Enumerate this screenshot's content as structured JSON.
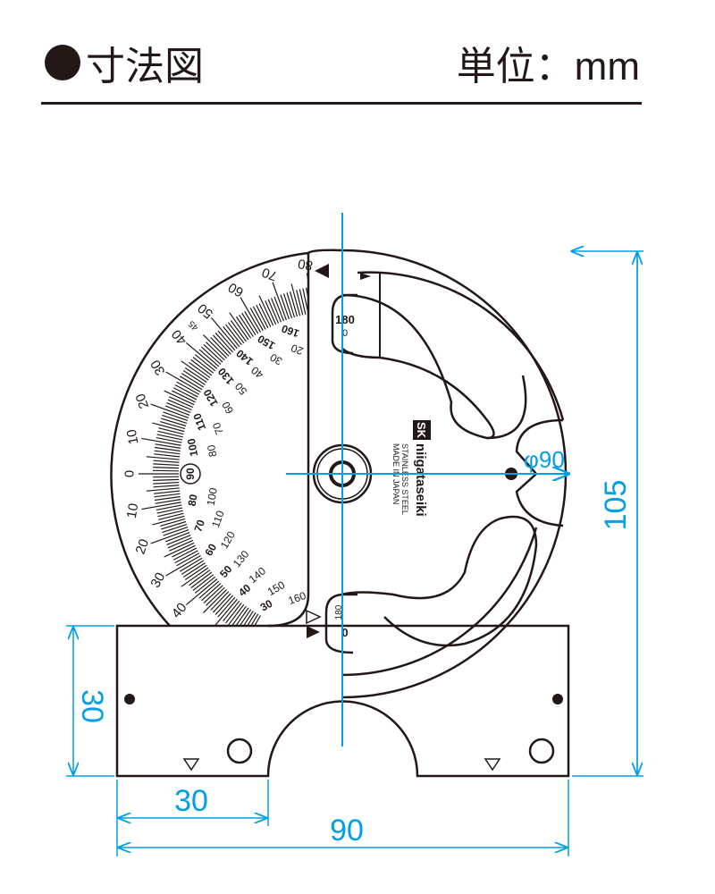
{
  "header": {
    "title": "寸法図",
    "unit_label": "単位：mm"
  },
  "dimensions": {
    "height_total": "105",
    "base_height": "30",
    "cutout_offset": "30",
    "width_total": "90",
    "ring_diameter": "φ90"
  },
  "product": {
    "brand": "niigataseiki",
    "logo_text": "SK",
    "material": "STAINLESS STEEL",
    "origin": "MADE IN JAPAN"
  },
  "scales": {
    "outer_upper": [
      "0",
      "10",
      "20",
      "30",
      "40",
      "50",
      "60",
      "70",
      "80"
    ],
    "outer_lower": [
      "10",
      "20",
      "30",
      "40"
    ],
    "outer_45": "45",
    "bold_upper": [
      "100",
      "110",
      "120",
      "130",
      "140",
      "150",
      "160"
    ],
    "bold_lower": [
      "80",
      "70",
      "60",
      "50",
      "40",
      "30"
    ],
    "bold_center": "90",
    "italic_upper": [
      "80",
      "70",
      "60",
      "50",
      "40",
      "30",
      "20"
    ],
    "italic_lower": [
      "100",
      "110",
      "120",
      "130",
      "140",
      "150",
      "160"
    ],
    "window_top": {
      "value": "180",
      "sub": "0"
    },
    "window_bottom": {
      "value": "0",
      "sub": "180"
    }
  },
  "colors": {
    "line": "#231815",
    "dimension": "#00a0e9"
  }
}
